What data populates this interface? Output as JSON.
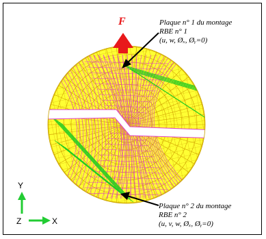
{
  "force": {
    "label": "F",
    "color": "#e8191b"
  },
  "annotations": {
    "top": {
      "line1": "Plaque n° 1 du montage",
      "line2": "RBE n° 1",
      "line3": "(u, w, Øₓ, Øᵧ=0)"
    },
    "bottom": {
      "line1": "Plaque n° 2 du montage",
      "line2": "RBE n° 2",
      "line3": "(u, v, w, Øₓ, Øᵧ=0)"
    }
  },
  "axes": {
    "y": "Y",
    "z": "Z",
    "x": "X",
    "color": "#22cc33"
  },
  "colors": {
    "disc_fill": "#ffff33",
    "mesh_yellow": "#c8a000",
    "mesh_magenta": "#e040c0",
    "mesh_green": "#22cc22"
  }
}
